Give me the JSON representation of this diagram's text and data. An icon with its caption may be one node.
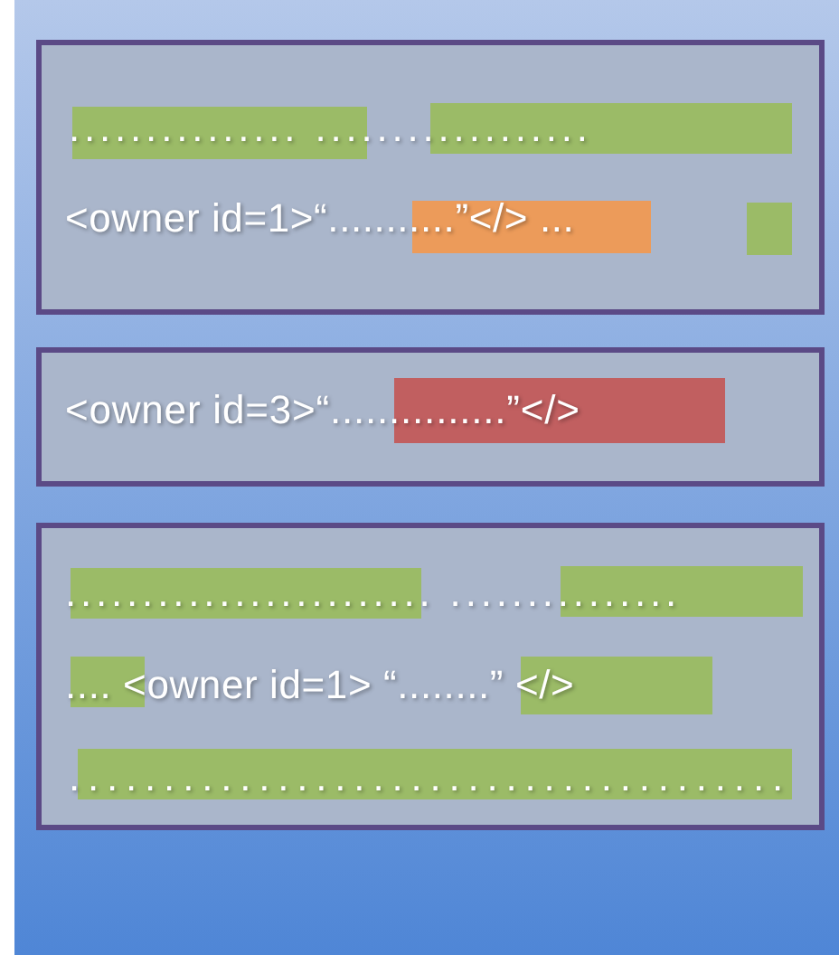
{
  "diagram": {
    "nodes": [
      {
        "text": [
          "............... ..................",
          "<owner id=1>“...........”</> ..."
        ]
      },
      {
        "text": [
          "<owner id=3>“...............”</>"
        ]
      },
      {
        "text": [
          "........................ ...............",
          ".... <owner id=1> “........” </>",
          "......................................"
        ]
      }
    ]
  }
}
